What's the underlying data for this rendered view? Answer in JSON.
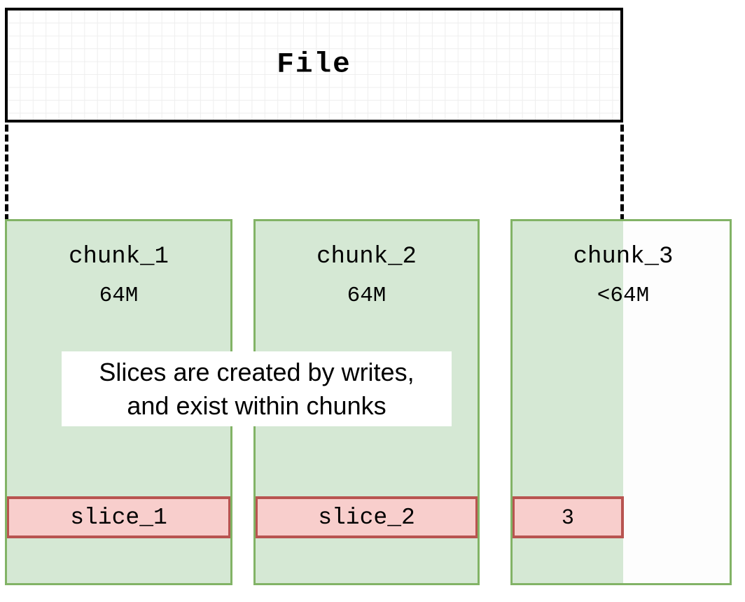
{
  "diagram": {
    "file": {
      "label": "File"
    },
    "chunks": [
      {
        "name": "chunk_1",
        "size": "64M",
        "slice": "slice_1"
      },
      {
        "name": "chunk_2",
        "size": "64M",
        "slice": "slice_2"
      },
      {
        "name": "chunk_3",
        "size": "<64M",
        "slice": "3"
      }
    ],
    "callout": {
      "line1": "Slices are created by writes,",
      "line2": "and exist within chunks"
    },
    "colors": {
      "chunk_fill": "#d5e8d4",
      "chunk_border": "#82b366",
      "slice_fill": "#f8cecc",
      "slice_border": "#b85450",
      "file_border": "#000000",
      "grid": "#eeeeee",
      "background": "#ffffff"
    }
  }
}
